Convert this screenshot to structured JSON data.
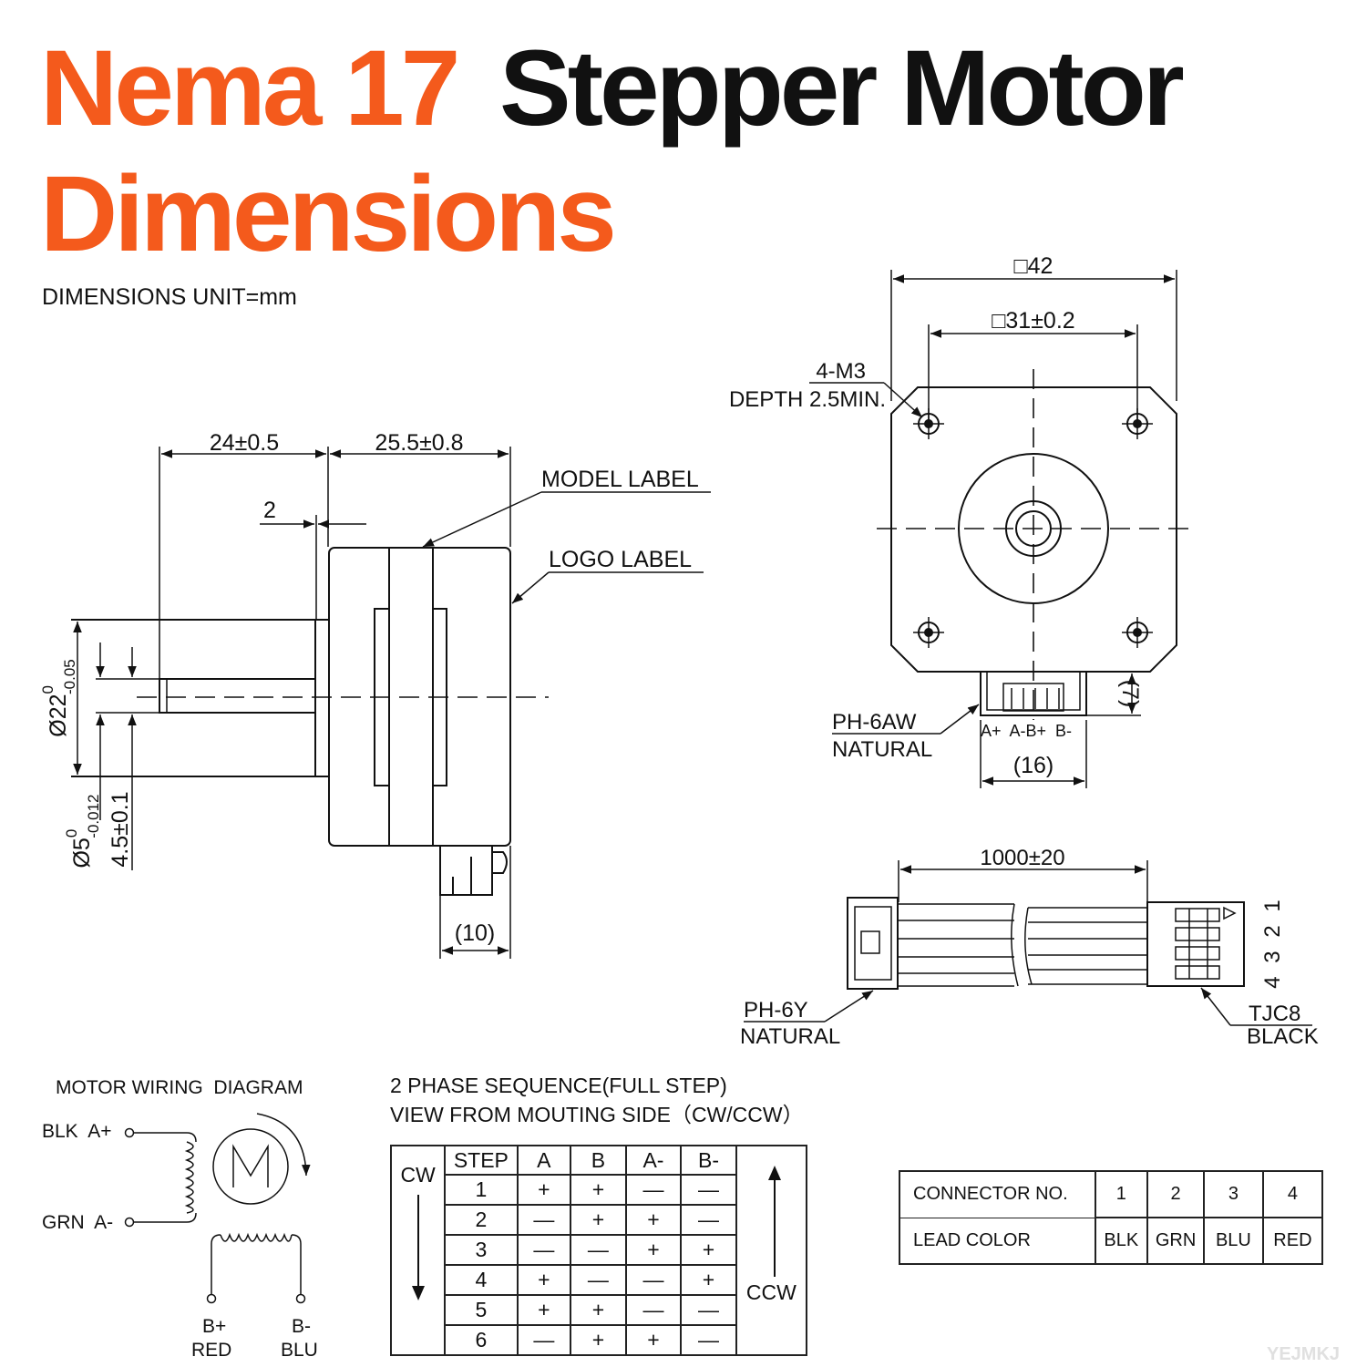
{
  "title": {
    "part1": "Nema 17",
    "part2": "Stepper Motor",
    "part3": "Dimensions"
  },
  "subtitle": "DIMENSIONS UNIT=mm",
  "side_view": {
    "dim_24": "24±0.5",
    "dim_25_5": "25.5±0.8",
    "dim_2": "2",
    "model_label": "MODEL LABEL",
    "logo_label": "LOGO LABEL",
    "dia22_main": "Ø22",
    "dia22_tol_upper": "0",
    "dia22_tol_lower": "-0.05",
    "dia5_main": "Ø5",
    "dia5_tol_upper": "0",
    "dia5_tol_lower": "-0.012",
    "dim_4_5": "4.5±0.1",
    "dim_10": "(10)"
  },
  "front_view": {
    "dim_42": "□42",
    "dim_31": "□31±0.2",
    "screw_label_1": "4-M3",
    "screw_label_2": "DEPTH 2.5MIN.",
    "connector_label_1": "PH-6AW",
    "connector_label_2": "NATURAL",
    "pins_label": "A+  A-B+  B-",
    "dim_16": "(16)",
    "dim_7": "(7)"
  },
  "cable": {
    "dim_length": "1000±20",
    "left_connector_1": "PH-6Y",
    "left_connector_2": "NATURAL",
    "right_connector_1": "TJC8",
    "right_connector_2": "BLACK",
    "pin_numbers": "4 3 2 1"
  },
  "wiring": {
    "title": "MOTOR WIRING  DIAGRAM",
    "blk_label": "BLK  A+",
    "grn_label": "GRN  A-",
    "bplus_label": "B+",
    "bminus_label": "B-",
    "red_label": "RED",
    "blu_label": "BLU",
    "motor_symbol": "M"
  },
  "sequence": {
    "title_1": "2 PHASE SEQUENCE(FULL STEP)",
    "title_2": "VIEW FROM MOUTING SIDE（CW/CCW）",
    "cw_label": "CW",
    "ccw_label": "CCW",
    "headers": [
      "STEP",
      "A",
      "B",
      "A-",
      "B-"
    ],
    "rows": [
      [
        "1",
        "+",
        "+",
        "—",
        "—"
      ],
      [
        "2",
        "—",
        "+",
        "+",
        "—"
      ],
      [
        "3",
        "—",
        "—",
        "+",
        "+"
      ],
      [
        "4",
        "+",
        "—",
        "—",
        "+"
      ],
      [
        "5",
        "+",
        "+",
        "—",
        "—"
      ],
      [
        "6",
        "—",
        "+",
        "+",
        "—"
      ]
    ]
  },
  "connector_table": {
    "row1_label": "CONNECTOR NO.",
    "row1_values": [
      "1",
      "2",
      "3",
      "4"
    ],
    "row2_label": "LEAD COLOR",
    "row2_values": [
      "BLK",
      "GRN",
      "BLU",
      "RED"
    ]
  },
  "watermark": "YEJMKJ"
}
